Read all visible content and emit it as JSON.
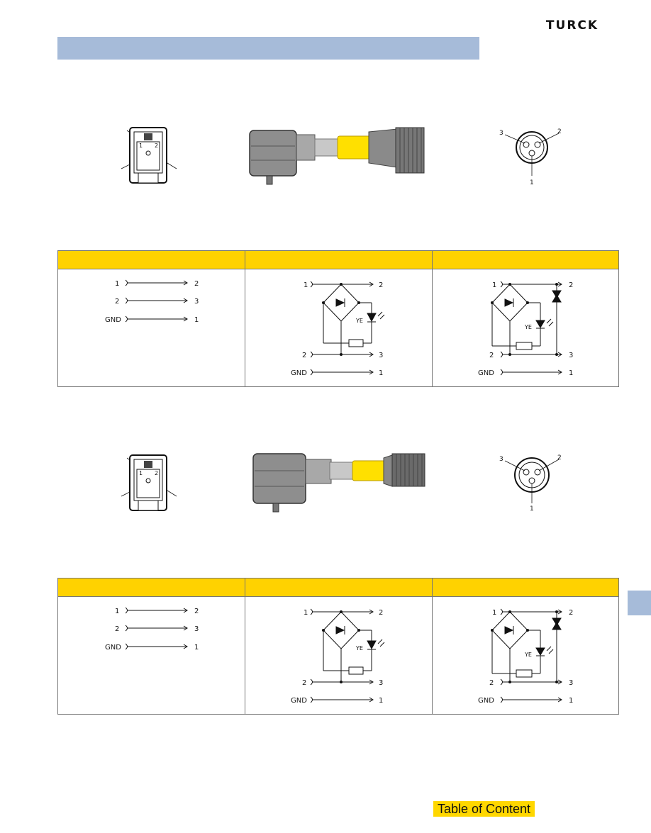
{
  "brand": {
    "logo_text": "TURCK"
  },
  "footer": {
    "toc_label": "Table of Content"
  },
  "connector_figures": {
    "face_pins": [
      "1",
      "2"
    ],
    "plug_pins": [
      "3",
      "2",
      "1"
    ],
    "color_code": "YE"
  },
  "wiring_tables": [
    {
      "direct": [
        {
          "from": "1",
          "to": "2"
        },
        {
          "from": "2",
          "to": "3"
        },
        {
          "from": "GND",
          "to": "1"
        }
      ],
      "bridge": {
        "in_top": "1",
        "out_top": "2",
        "in_bottom": "2",
        "out_bottom": "3",
        "gnd": "GND",
        "out_gnd": "1",
        "led_label": "YE"
      },
      "bridge_tvs": {
        "in_top": "1",
        "out_top": "2",
        "in_bottom": "2",
        "out_bottom": "3",
        "gnd": "GND",
        "out_gnd": "1",
        "led_label": "YE"
      }
    },
    {
      "direct": [
        {
          "from": "1",
          "to": "2"
        },
        {
          "from": "2",
          "to": "3"
        },
        {
          "from": "GND",
          "to": "1"
        }
      ],
      "bridge": {
        "in_top": "1",
        "out_top": "2",
        "in_bottom": "2",
        "out_bottom": "3",
        "gnd": "GND",
        "out_gnd": "1",
        "led_label": "YE"
      },
      "bridge_tvs": {
        "in_top": "1",
        "out_top": "2",
        "in_bottom": "2",
        "out_bottom": "3",
        "gnd": "GND",
        "out_gnd": "1",
        "led_label": "YE"
      }
    }
  ],
  "colors": {
    "header_yellow": "#ffd200",
    "section_blue": "#a6bbd9",
    "cable_yellow": "#ffe000",
    "toc_yellow": "#ffd700"
  }
}
